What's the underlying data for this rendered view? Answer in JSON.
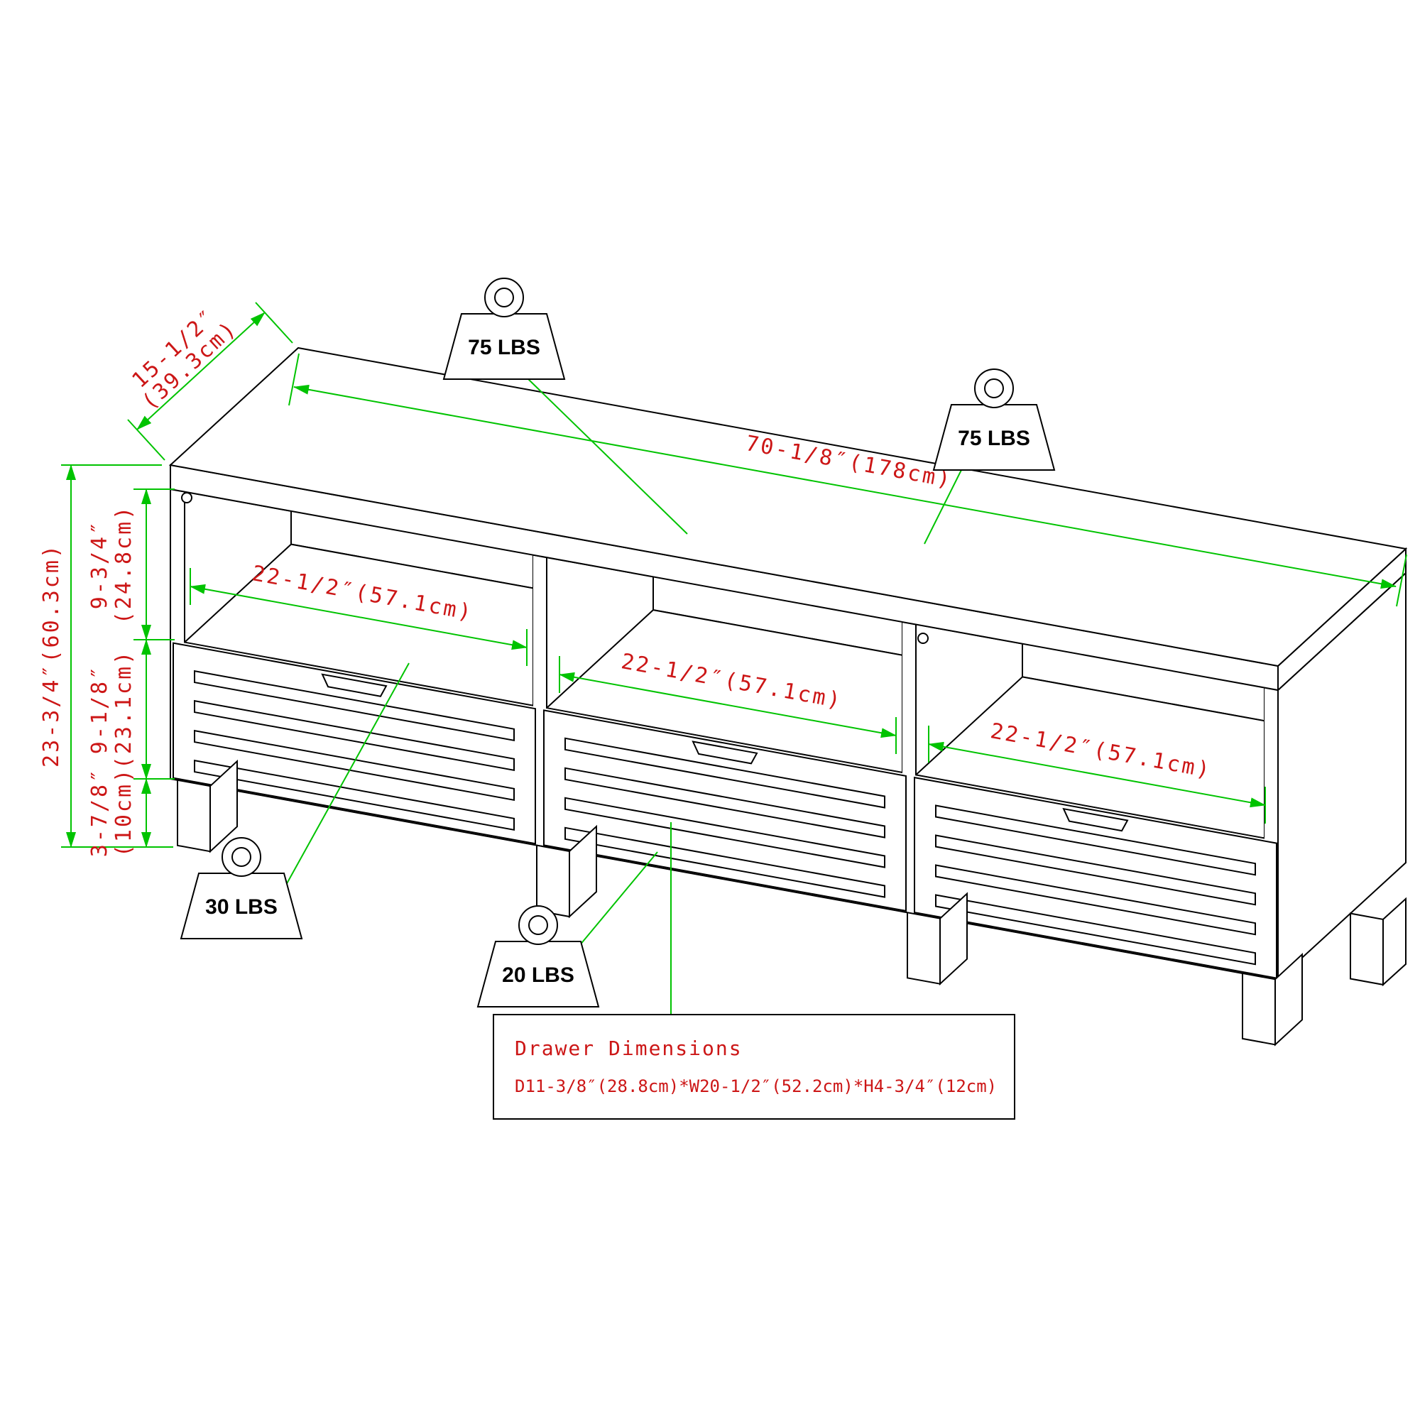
{
  "diagram_title": "TV stand dimensional line drawing",
  "colors": {
    "line": "#000000",
    "dimension_line": "#00c300",
    "dimension_text": "#cc1616"
  },
  "dims": {
    "depth_in": "15-1/2″",
    "depth_cm": "(39.3cm)",
    "width": "70-1/8″(178cm)",
    "overall_height": "23-3/4″(60.3cm)",
    "shelf_height_in": "9-3/4″",
    "shelf_height_cm": "(24.8cm)",
    "drawer_height_in": "9-1/8″",
    "drawer_height_cm": "(23.1cm)",
    "leg_height_in": "3-7/8″",
    "leg_height_cm": "(10cm)",
    "shelf_width_1": "22-1/2″(57.1cm)",
    "shelf_width_2": "22-1/2″(57.1cm)",
    "shelf_width_3": "22-1/2″(57.1cm)"
  },
  "weights": {
    "top_surface_left": "75 LBS",
    "top_surface_right": "75 LBS",
    "shelf": "30 LBS",
    "drawer": "20 LBS"
  },
  "drawer_dimensions_box": {
    "title": "Drawer Dimensions",
    "value": "D11-3/8″(28.8cm)*W20-1/2″(52.2cm)*H4-3/4″(12cm)"
  }
}
